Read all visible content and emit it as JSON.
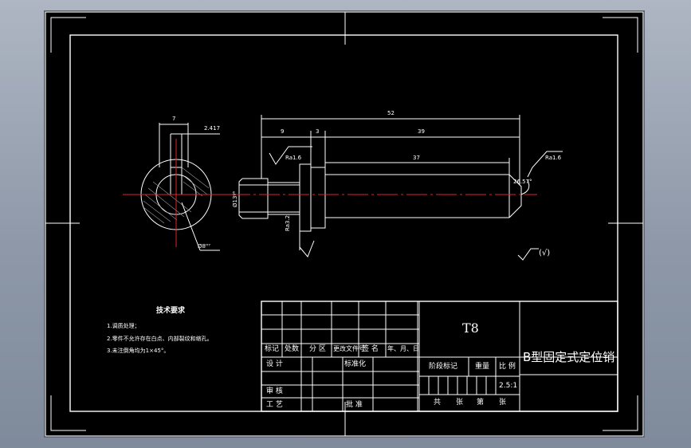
{
  "drawing": {
    "dimensions": {
      "hole_width": "7",
      "keyway_offset": "2.417",
      "total_length": "52",
      "length_head": "9",
      "length_collar": "3",
      "length_shaft": "39",
      "length_body": "37",
      "chamfer_angle": "26.57°",
      "roughness_left": "Ra1.6",
      "roughness_right": "Ra1.6",
      "roughness_bottom": "Ra3.2",
      "left_diameter": "Ø13ᵍ⁶",
      "hole_callout": "Ø8ᴴ⁷",
      "general_roughness": "(√)"
    },
    "technical_requirements": {
      "heading": "技术要求",
      "items": [
        "1.调质处理；",
        "2.零件不允许存在白点、内部裂纹和缩孔。",
        "3.未注倒角均为1×45°。"
      ]
    },
    "title_block": {
      "material": "T8",
      "part_name": "B型固定式定位销",
      "scale": "2.5:1",
      "labels": {
        "mark": "标记",
        "count": "处数",
        "zone": "分 区",
        "change_doc": "更改文件号",
        "sign": "签 名",
        "date": "年、月、日",
        "design": "设 计",
        "standardize": "标准化",
        "stage_mark": "阶段标记",
        "weight": "重量",
        "scale_label": "比 例",
        "review": "审 核",
        "process": "工 艺",
        "approve": "批 准",
        "total": "共",
        "sheets": "张",
        "page": "第",
        "sheet2": "张"
      }
    }
  }
}
